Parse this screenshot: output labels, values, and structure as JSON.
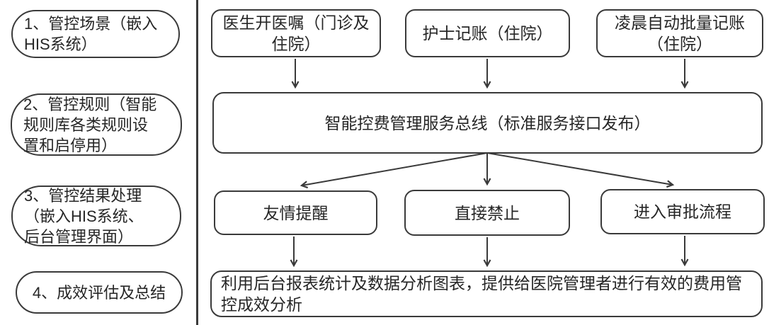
{
  "colors": {
    "stroke": "#3a3a3a",
    "text": "#262626",
    "background": "#ffffff"
  },
  "left_panel": {
    "items": [
      {
        "label": "1、管控场景（嵌入\nHIS系统）"
      },
      {
        "label": "2、管控规则（智能\n规则库各类规则设\n置和启停用）"
      },
      {
        "label": "3、管控结果处理\n（嵌入HIS系统、\n后台管理界面）"
      },
      {
        "label": "4、成效评估及总结"
      }
    ]
  },
  "flow": {
    "sources": [
      {
        "label": "医生开医嘱（门诊及\n住院）"
      },
      {
        "label": "护士记账（住院）"
      },
      {
        "label": "凌晨自动批量记账\n（住院）"
      }
    ],
    "bus": {
      "label": "智能控费管理服务总线（标准服务接口发布）"
    },
    "outcomes": [
      {
        "label": "友情提醒"
      },
      {
        "label": "直接禁止"
      },
      {
        "label": "进入审批流程"
      }
    ],
    "summary": {
      "label": "利用后台报表统计及数据分析图表，提供给医院管理者进行有效的费用管\n控成效分析"
    }
  }
}
